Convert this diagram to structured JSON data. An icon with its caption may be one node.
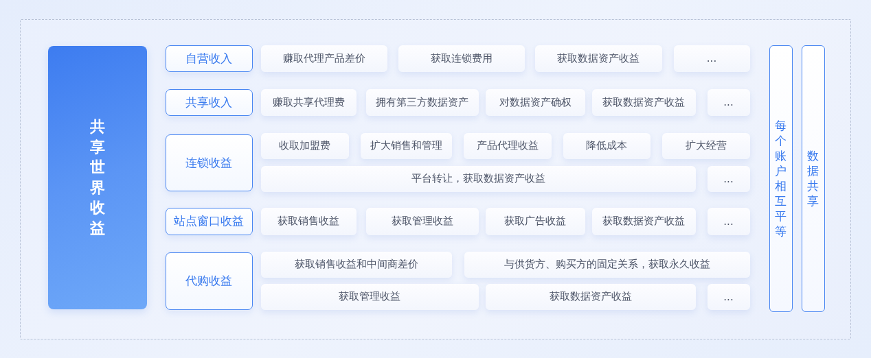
{
  "diagram": {
    "nodes": [
      {
        "text": [],
        "shape": "box"
      },
      {
        "text": [
          "共享世界收益"
        ],
        "in": 0
      },
      {
        "text": [
          "自营收入"
        ],
        "in": 0
      },
      {
        "text": [
          "赚取代理产品差价"
        ],
        "in": 0
      },
      {
        "text": [
          "获取连锁费用"
        ],
        "in": 0
      },
      {
        "text": [
          "获取数据资产收益"
        ],
        "in": 0
      },
      {
        "text": [
          "..."
        ],
        "in": 0
      },
      {
        "text": [
          "共享收入"
        ],
        "in": 0
      },
      {
        "text": [
          "赚取共享代理费"
        ],
        "in": 0
      },
      {
        "text": [
          "拥有第三方数据资产"
        ],
        "in": 0
      },
      {
        "text": [
          "对数据资产确权"
        ],
        "in": 0
      },
      {
        "text": [
          "获取数据资产收益"
        ],
        "in": 0
      },
      {
        "text": [
          "..."
        ],
        "in": 0
      },
      {
        "text": [
          "连锁收益"
        ],
        "in": 0
      },
      {
        "text": [
          "收取加盟费"
        ],
        "in": 0
      },
      {
        "text": [
          "扩大销售和管理"
        ],
        "in": 0
      },
      {
        "text": [
          "产品代理收益"
        ],
        "in": 0
      },
      {
        "text": [
          "降低成本"
        ],
        "in": 0
      },
      {
        "text": [
          "扩大经营"
        ],
        "in": 0
      },
      {
        "text": [
          "平台转让，获取数据资产收益"
        ],
        "in": 0
      },
      {
        "text": [
          "..."
        ],
        "in": 0
      },
      {
        "text": [
          "站点窗口收益"
        ],
        "in": 0
      },
      {
        "text": [
          "获取销售收益"
        ],
        "in": 0
      },
      {
        "text": [
          "获取管理收益"
        ],
        "in": 0
      },
      {
        "text": [
          "获取广告收益"
        ],
        "in": 0
      },
      {
        "text": [
          "获取数据资产收益"
        ],
        "in": 0
      },
      {
        "text": [
          "..."
        ],
        "in": 0
      },
      {
        "text": [
          "代购收益"
        ],
        "in": 0
      },
      {
        "text": [
          "获取销售收益和中间商差价"
        ],
        "in": 0
      },
      {
        "text": [
          "与供货方、购买方的固定关系，获取永久收益"
        ],
        "in": 0
      },
      {
        "text": [
          "获取管理收益"
        ],
        "in": 0
      },
      {
        "text": [
          "获取数据资产收益"
        ],
        "in": 0
      },
      {
        "text": [
          "..."
        ],
        "in": 0
      },
      {
        "text": [
          "每个账户相互平等"
        ],
        "in": 0
      },
      {
        "text": [
          "数据共享"
        ],
        "in": 0
      }
    ]
  }
}
